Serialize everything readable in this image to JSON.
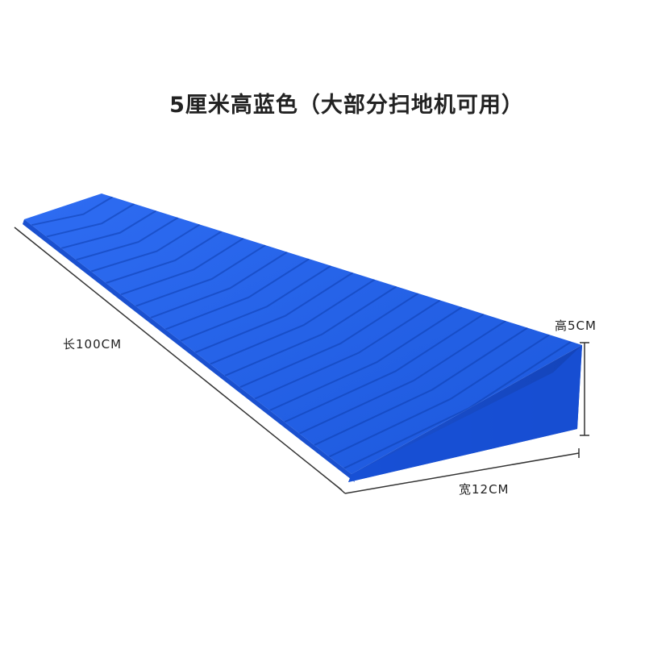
{
  "product_image": {
    "title": "5厘米高蓝色（大部分扫地机可用）",
    "dimensions": {
      "length": "长100CM",
      "height": "高5CM",
      "width": "宽12CM"
    },
    "colors": {
      "ramp_top": "#1E5FE8",
      "ramp_face": "#1448C4",
      "ramp_side": "#2A6AF0",
      "pattern_line": "#0F3FB0",
      "dimension_line": "#333333",
      "background": "#FFFFFF"
    }
  }
}
